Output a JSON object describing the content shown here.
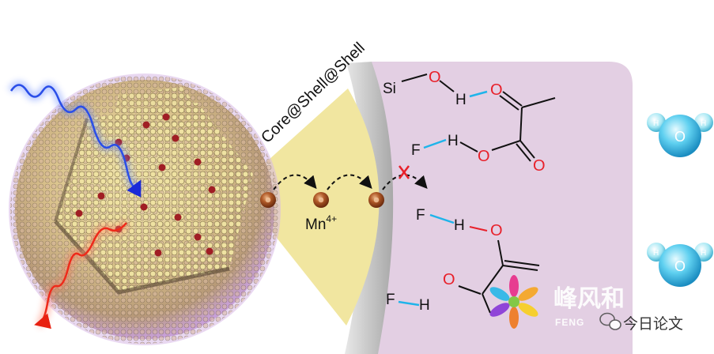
{
  "label_structure": "Core@Shell@Shell",
  "label_ion": "Mn",
  "label_ion_charge": "4+",
  "atoms": {
    "si": "Si",
    "o": "O",
    "h": "H",
    "f": "F"
  },
  "water_o": "O",
  "water_h": "H",
  "watermark_brand": "峰风和",
  "watermark_latin": "FENG",
  "watermark_account": "今日论文",
  "colors": {
    "shell_purple": "#e3cfe3",
    "shell_gray": "#c6c6c6",
    "core_yellow": "#f1e6a0",
    "bond_cyan": "#1fb4ea",
    "oxygen_red": "#e8202a",
    "mn_brown": "#9a4a1e",
    "wave_blue": "#2a4ee8",
    "wave_red": "#ee2a1a"
  }
}
